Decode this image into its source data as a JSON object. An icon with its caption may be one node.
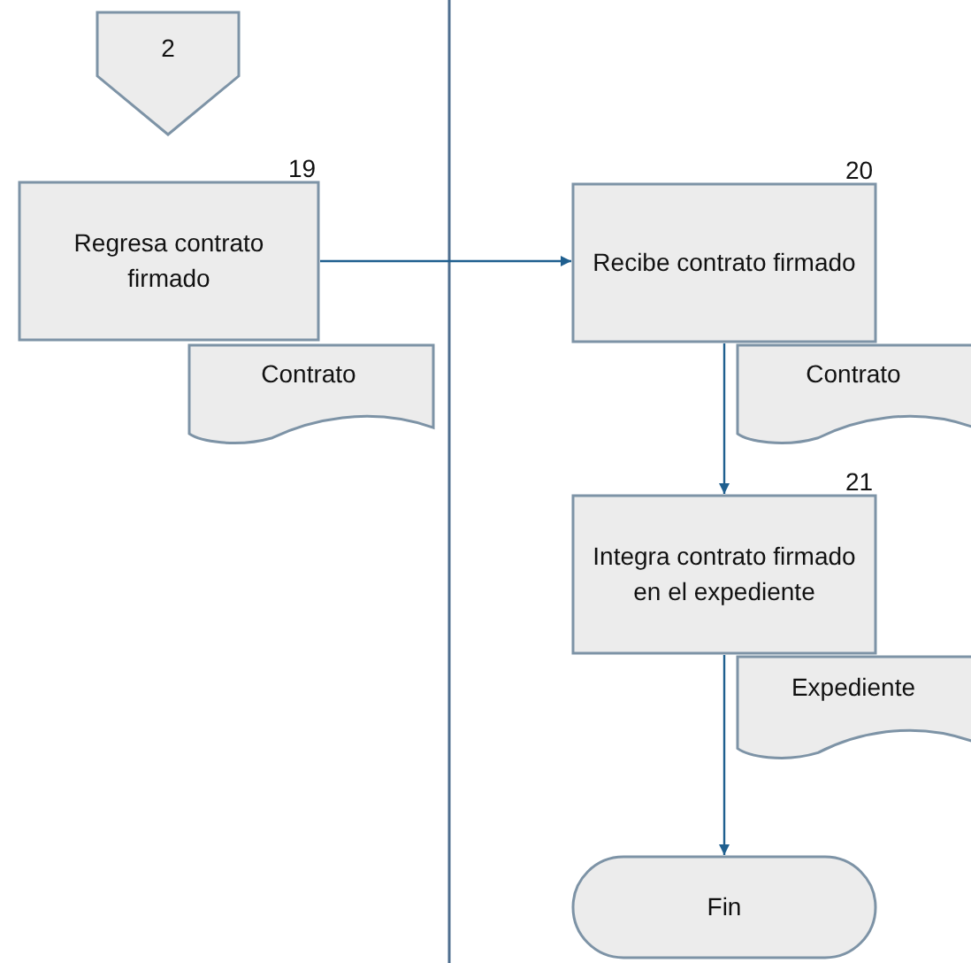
{
  "diagram": {
    "nodes": [
      {
        "text": [
          "2"
        ]
      },
      {
        "text": [
          "Regresa contrato firmado"
        ],
        "beside": [
          "19"
        ]
      },
      {
        "text": [
          "Contrato"
        ]
      },
      {
        "text": [
          "Recibe contrato firmado"
        ],
        "beside": [
          "20"
        ]
      },
      {
        "text": [
          "Contrato"
        ]
      },
      {
        "text": [
          "Integra contrato firmado en el expediente"
        ],
        "beside": [
          "21"
        ]
      },
      {
        "text": [
          "Expediente"
        ]
      },
      {
        "text": [
          "Fin"
        ]
      }
    ],
    "edges": [
      {
        "from": 1,
        "to": 3,
        "arrow": "to"
      },
      {
        "from": 3,
        "to": 5,
        "arrow": "to"
      },
      {
        "from": 5,
        "to": 7,
        "arrow": "to"
      }
    ]
  }
}
